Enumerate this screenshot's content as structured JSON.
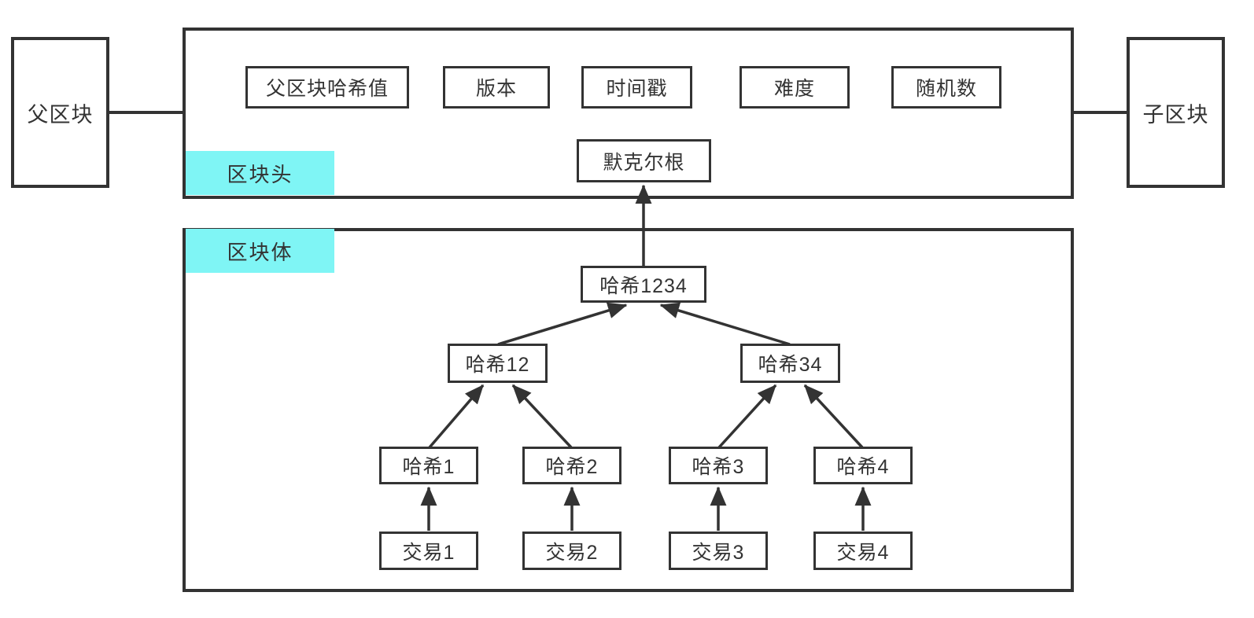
{
  "diagram": {
    "title_semantic": "blockchain-block-structure-merkle-tree",
    "parent_block": "父区块",
    "child_block": "子区块",
    "sections": {
      "header_label": "区块头",
      "body_label": "区块体"
    },
    "header_fields": [
      "父区块哈希值",
      "版本",
      "时间戳",
      "难度",
      "随机数"
    ],
    "merkle_root": "默克尔根",
    "tree": {
      "root": "哈希1234",
      "level2": [
        "哈希12",
        "哈希34"
      ],
      "leaves": [
        "哈希1",
        "哈希2",
        "哈希3",
        "哈希4"
      ],
      "transactions": [
        "交易1",
        "交易2",
        "交易3",
        "交易4"
      ]
    },
    "colors": {
      "accent_cyan": "#7FF5F5",
      "line": "#333333"
    }
  }
}
